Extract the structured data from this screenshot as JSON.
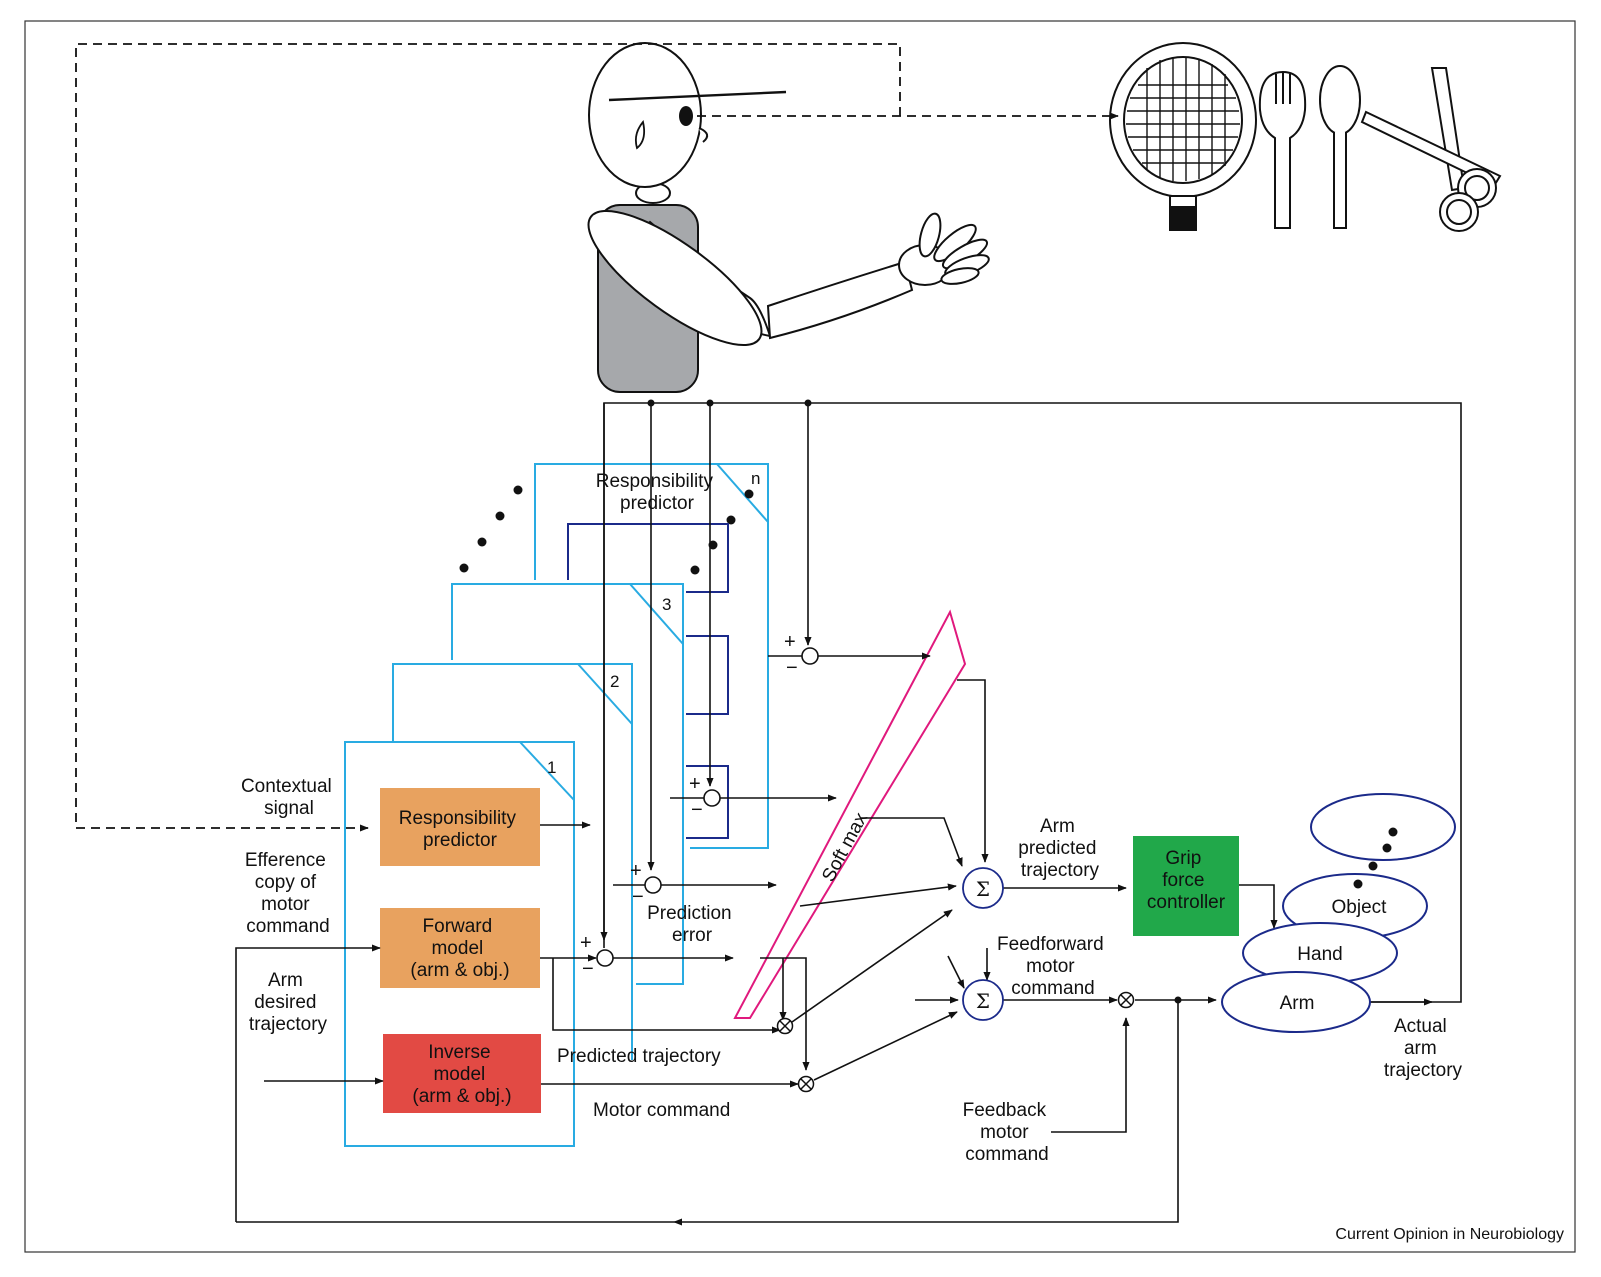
{
  "credit": "Current Opinion in Neurobiology",
  "colors": {
    "module_frame": "#29abe2",
    "module_inner": "#1b2a8a",
    "responsibility_box": "#e8a25f",
    "forward_box": "#e8a25f",
    "inverse_box": "#e24a44",
    "grip_box": "#21a84a",
    "softmax": "#e0197d",
    "limbs": "#1b2a8a",
    "body": "#a6a8ab"
  },
  "modules": {
    "n1": "1",
    "n2": "2",
    "n3": "3",
    "nn": "n"
  },
  "boxes": {
    "responsibility": [
      "Responsibility",
      "predictor"
    ],
    "forward": [
      "Forward",
      "model",
      "(arm & obj.)"
    ],
    "inverse": [
      "Inverse",
      "model",
      "(arm & obj.)"
    ],
    "grip": [
      "Grip",
      "force",
      "controller"
    ]
  },
  "labels": {
    "contextual": [
      "Contextual",
      "signal"
    ],
    "efference": [
      "Efference",
      "copy of",
      "motor",
      "command"
    ],
    "desired": [
      "Arm",
      "desired",
      "trajectory"
    ],
    "resp_top": [
      "Responsibility",
      "predictor"
    ],
    "pred_error": [
      "Prediction",
      "error"
    ],
    "pred_traj": "Predicted trajectory",
    "motor_cmd": "Motor command",
    "softmax": "Soft max",
    "arm_pred": [
      "Arm",
      "predicted",
      "trajectory"
    ],
    "ff": [
      "Feedforward",
      "motor",
      "command"
    ],
    "fb": [
      "Feedback",
      "motor",
      "command"
    ],
    "actual": [
      "Actual",
      "arm",
      "trajectory"
    ]
  },
  "limbs": {
    "object": "Object",
    "hand": "Hand",
    "arm": "Arm"
  },
  "symbols": {
    "sigma": "Σ",
    "plus": "+",
    "minus": "−"
  },
  "icons": [
    "racket-icon",
    "fork-icon",
    "spoon-icon",
    "scissors-icon"
  ]
}
